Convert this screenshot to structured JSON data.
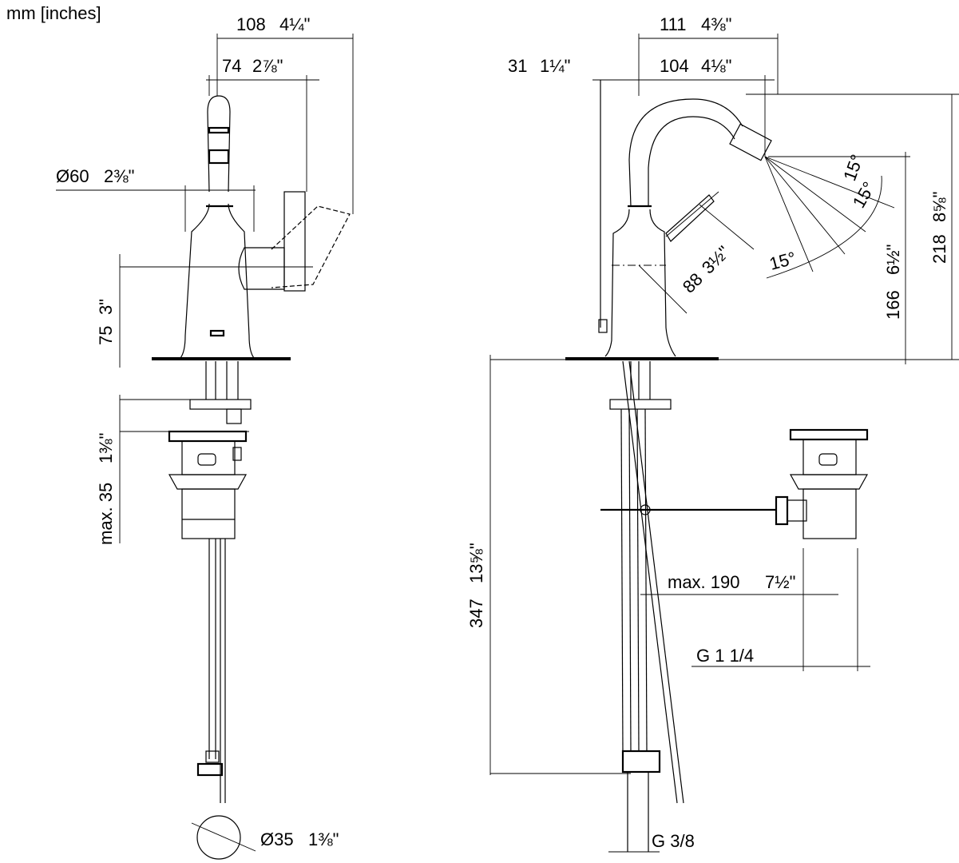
{
  "units_label": "mm [inches]",
  "front_view": {
    "dim_width_total": {
      "mm": "108",
      "inch": "4¼\""
    },
    "dim_lever_width": {
      "mm": "74",
      "inch": "2⅞\""
    },
    "dim_body_diameter": {
      "mm": "Ø60",
      "inch": "2⅜\""
    },
    "dim_lever_height": {
      "mm": "75",
      "inch": "3\""
    },
    "dim_max_thickness": {
      "mm": "max. 35",
      "inch": "1⅜\""
    },
    "dim_waste_diameter": {
      "mm": "Ø35",
      "inch": "1⅜\""
    }
  },
  "side_view": {
    "dim_total_reach": {
      "mm": "111",
      "inch": "4⅜\""
    },
    "dim_spout_reach": {
      "mm": "104",
      "inch": "4⅛\""
    },
    "dim_rod_offset": {
      "mm": "31",
      "inch": "1¼\""
    },
    "dim_lever_length": {
      "mm": "88",
      "inch": "3½\""
    },
    "dim_spout_height": {
      "mm": "166",
      "inch": "6½\""
    },
    "dim_total_height": {
      "mm": "218",
      "inch": "8⅝\""
    },
    "dim_supply_length": {
      "mm": "347",
      "inch": "13⅝\""
    },
    "dim_waste_reach": {
      "mm": "max. 190",
      "inch": "7½\""
    },
    "angle_upper": "15°",
    "angle_middle": "15°",
    "angle_lower": "15°",
    "thread_waste": "G 1 1/4",
    "thread_supply": "G 3/8"
  }
}
